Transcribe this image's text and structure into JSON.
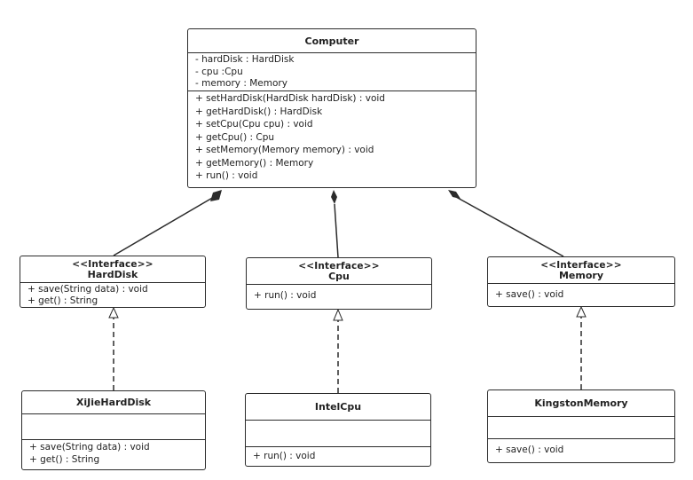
{
  "classes": {
    "computer": {
      "name": "Computer",
      "attributes": [
        "- hardDisk : HardDisk",
        "- cpu :Cpu",
        "- memory : Memory"
      ],
      "operations": [
        "+ setHardDisk(HardDisk hardDisk) : void",
        "+ getHardDisk() : HardDisk",
        "+ setCpu(Cpu cpu) : void",
        "+ getCpu() : Cpu",
        "+ setMemory(Memory memory) : void",
        "+ getMemory() : Memory",
        "+ run() : void"
      ]
    },
    "harddisk": {
      "stereotype": "<<Interface>>",
      "name": "HardDisk",
      "operations": [
        "+ save(String data) : void",
        "+ get() : String"
      ]
    },
    "cpu": {
      "stereotype": "<<Interface>>",
      "name": "Cpu",
      "operations": [
        "+ run() : void"
      ]
    },
    "memory": {
      "stereotype": "<<Interface>>",
      "name": "Memory",
      "operations": [
        "+ save() : void"
      ]
    },
    "xijieharddisk": {
      "name": "XiJieHardDisk",
      "attributes": [],
      "operations": [
        "+ save(String data) : void",
        "+ get() : String"
      ]
    },
    "intelcpu": {
      "name": "IntelCpu",
      "attributes": [],
      "operations": [
        "+ run() : void"
      ]
    },
    "kingstonmemory": {
      "name": "KingstonMemory",
      "attributes": [],
      "operations": [
        "+ save() : void"
      ]
    }
  },
  "relations": [
    {
      "kind": "composition",
      "whole": "Computer",
      "part": "HardDisk"
    },
    {
      "kind": "composition",
      "whole": "Computer",
      "part": "Cpu"
    },
    {
      "kind": "composition",
      "whole": "Computer",
      "part": "Memory"
    },
    {
      "kind": "realization",
      "from": "XiJieHardDisk",
      "to": "HardDisk"
    },
    {
      "kind": "realization",
      "from": "IntelCpu",
      "to": "Cpu"
    },
    {
      "kind": "realization",
      "from": "KingstonMemory",
      "to": "Memory"
    }
  ],
  "colors": {
    "line": "#2b2b2b",
    "fill": "#ffffff"
  }
}
